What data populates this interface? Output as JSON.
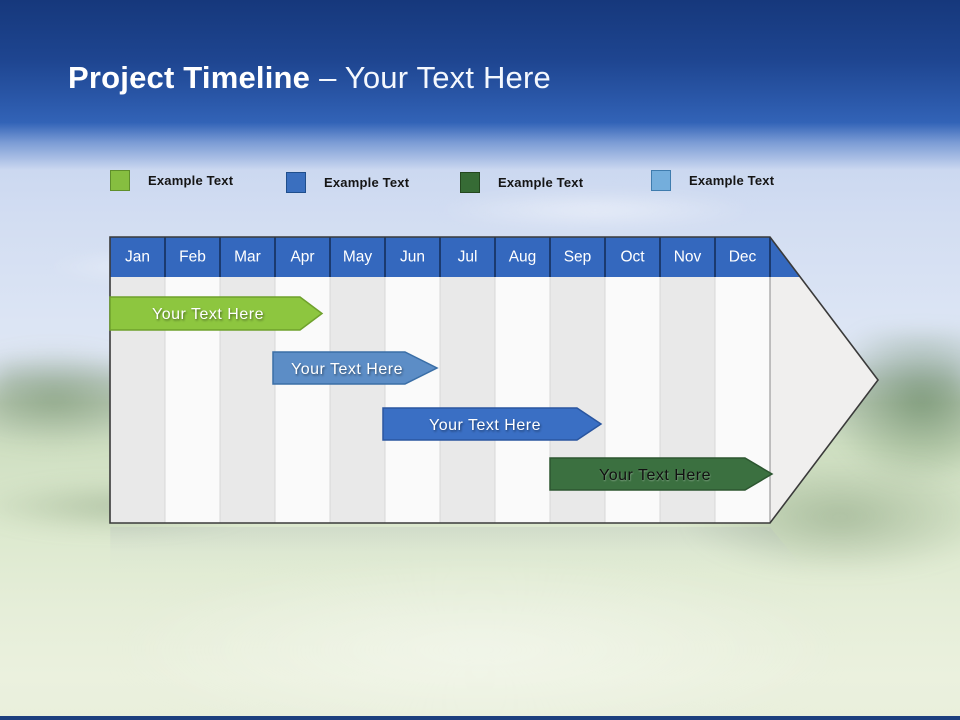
{
  "slide": {
    "title": {
      "bold": "Project Timeline",
      "rest": "– Your Text Here"
    }
  },
  "legend": {
    "items": [
      {
        "label": "Example Text",
        "color": "#86be40",
        "border": "#5f8f2b"
      },
      {
        "label": "Example Text",
        "color": "#3a6fbf",
        "border": "#1f4e8c"
      },
      {
        "label": "Example Text",
        "color": "#366b35",
        "border": "#24481f"
      },
      {
        "label": "Example Text",
        "color": "#74aedc",
        "border": "#3f7cae"
      }
    ]
  },
  "timeline": {
    "months": [
      "Jan",
      "Feb",
      "Mar",
      "Apr",
      "May",
      "Jun",
      "Jul",
      "Aug",
      "Sep",
      "Oct",
      "Nov",
      "Dec"
    ],
    "header_color": "#3468be",
    "header_divider_color": "#1b3a6f",
    "shape_fill": "#fafafa",
    "stripe_fill": "#e9e9e9",
    "arrowhead_fill": "#f0efee",
    "outline_color": "#3a3a3a",
    "bars": [
      {
        "label": "Your Text Here",
        "fill": "#8dc63f",
        "border": "#6fa12c",
        "text_color": "#ffffff",
        "start_month": "Jan",
        "end_month": "Apr"
      },
      {
        "label": "Your Text Here",
        "fill": "#5c8dc6",
        "border": "#3a6ea6",
        "text_color": "#ffffff",
        "start_month": "Apr",
        "end_month": "Jun"
      },
      {
        "label": "Your Text Here",
        "fill": "#3a6fc4",
        "border": "#2a56a0",
        "text_color": "#ffffff",
        "start_month": "Jun",
        "end_month": "Sep"
      },
      {
        "label": "Your Text Here",
        "fill": "#3b7040",
        "border": "#2c5630",
        "text_color": "#111111",
        "start_month": "Sep",
        "end_month": "Dec"
      }
    ]
  }
}
